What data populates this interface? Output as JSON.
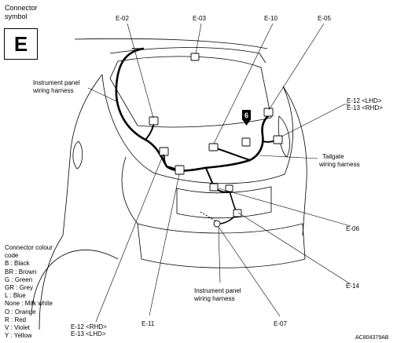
{
  "header": {
    "line1": "Connector",
    "line2": "symbol",
    "symbol": "E"
  },
  "labels": {
    "e02": "E-02",
    "e03": "E-03",
    "e10": "E-10",
    "e05": "E-05",
    "e12lhd": "E-12 <LHD>",
    "e13rhd": "E-13 <RHD>",
    "tailgate1": "Tailgate",
    "tailgate2": "wiring harness",
    "e06": "E-06",
    "e14": "E-14",
    "e07": "E-07",
    "e11": "E-11",
    "e12rhd": "E-12 <RHD>",
    "e13lhd": "E-13 <LHD>",
    "ip_top1": "Instrument panel",
    "ip_top2": "wiring harness",
    "ip_bot1": "Instrument panel",
    "ip_bot2": "wiring harness",
    "badge": "6",
    "figure_code": "AC804379AB"
  },
  "legend": {
    "title1": "Connector colour",
    "title2": "code",
    "items": [
      "B : Black",
      "BR : Brown",
      "G : Green",
      "GR : Grey",
      "L : Blue",
      "None : Milk white",
      "O : Orange",
      "R : Red",
      "V : Violet",
      "Y : Yellow"
    ]
  }
}
